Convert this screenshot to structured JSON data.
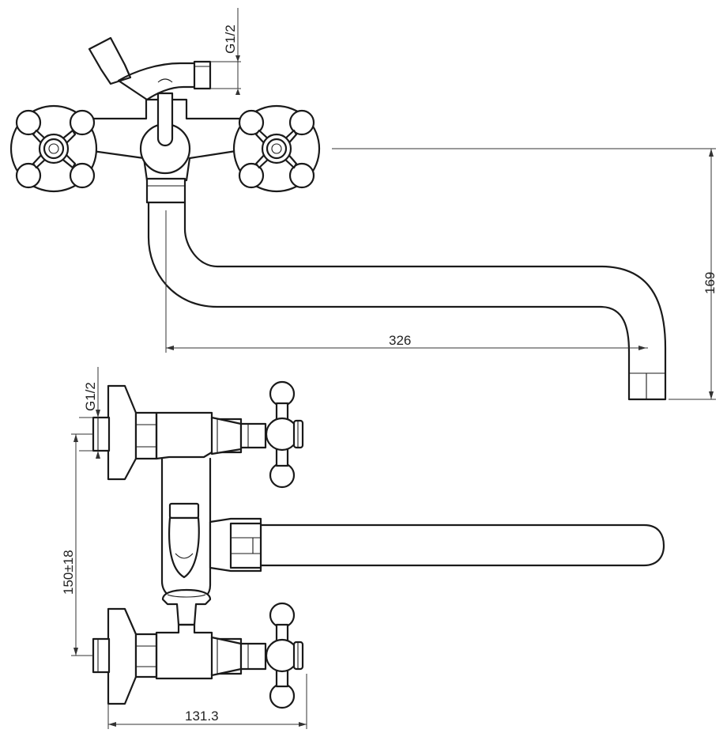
{
  "dimensions": {
    "thread_top": "G1/2",
    "thread_side": "G1/2",
    "height": "169",
    "spout_reach": "326",
    "center_distance": "150±18",
    "depth": "131.3"
  }
}
